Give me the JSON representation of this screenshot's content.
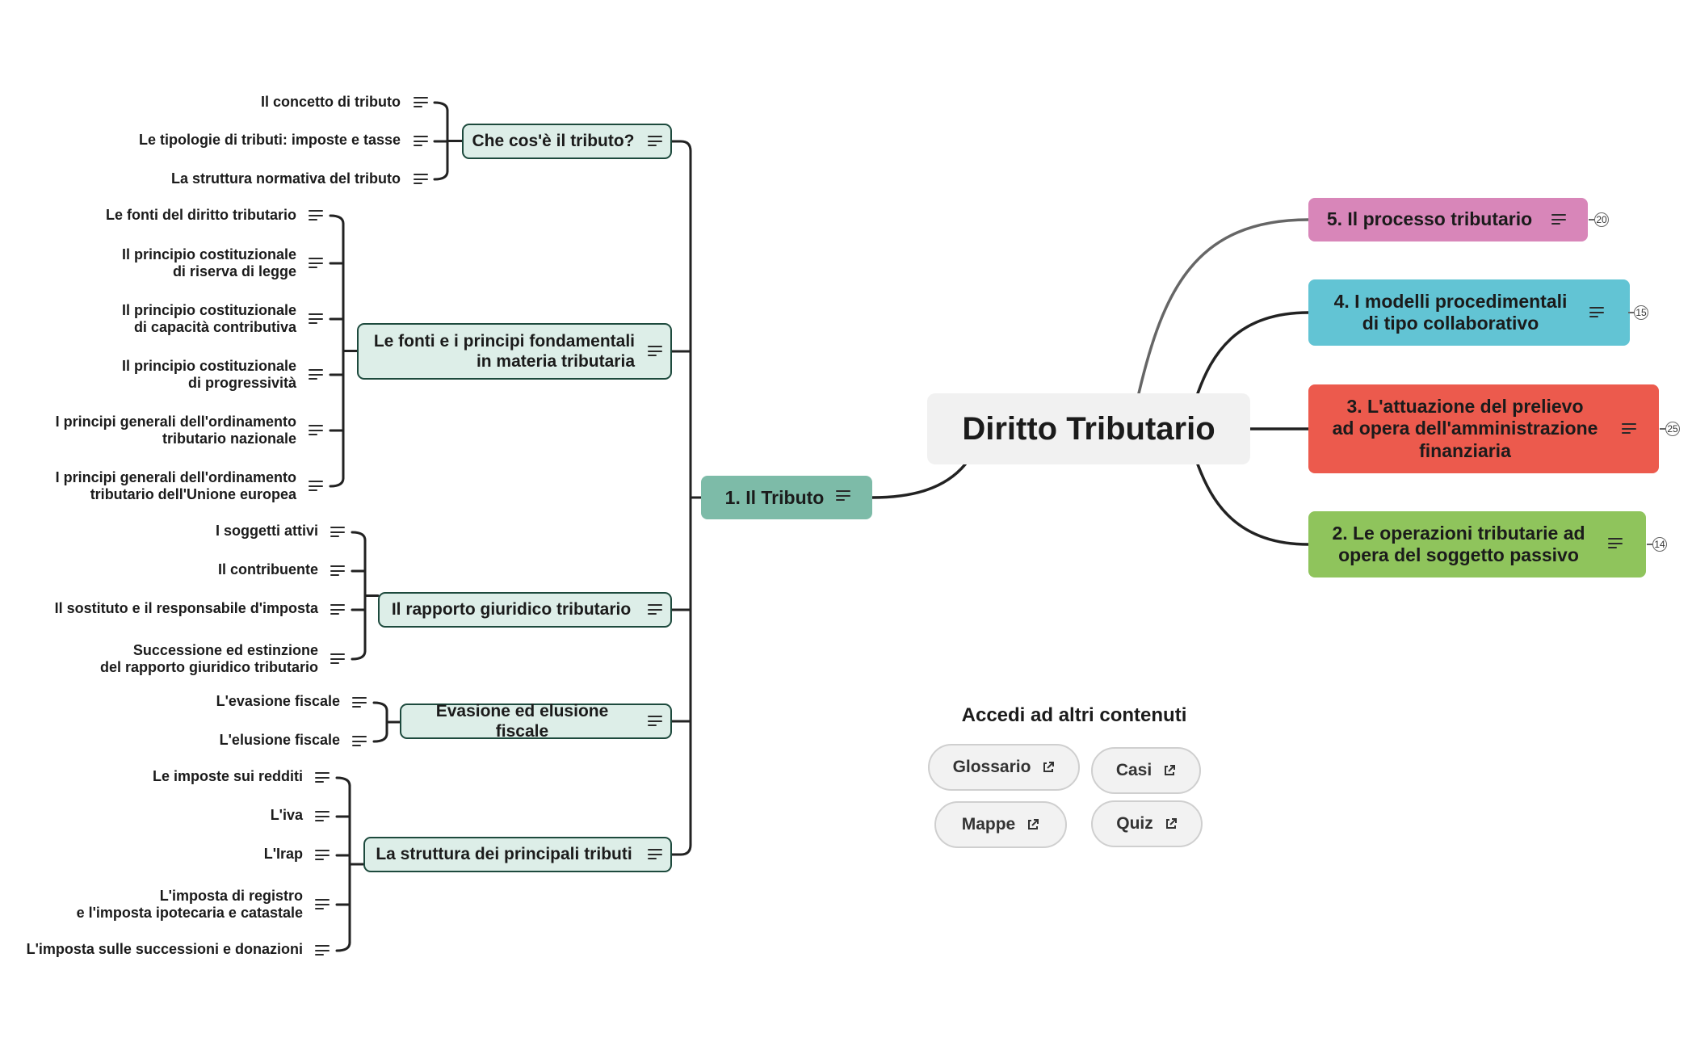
{
  "central": {
    "title": "Diritto Tributario"
  },
  "main_topics": [
    {
      "label": "5. Il processo tributario",
      "count": "20",
      "color": "#d886b9"
    },
    {
      "label": "4. I modelli procedimentali\ndi tipo collaborativo",
      "count": "15",
      "color": "#62c4d4"
    },
    {
      "label": "3. L'attuazione del prelievo\nad opera dell'amministrazione\nfinanziaria",
      "count": "25",
      "color": "#ec5a4d"
    },
    {
      "label": "2. Le operazioni tributarie ad\nopera del soggetto passivo",
      "count": "14",
      "color": "#8fc45c"
    }
  ],
  "tributo": {
    "label": "1. Il Tributo",
    "color": "#7dbba8",
    "subtopics": [
      {
        "label": "Che cos'è il tributo?",
        "leaves": [
          "Il concetto di  tributo",
          "Le tipologie di tributi: imposte e tasse",
          "La struttura normativa del tributo"
        ]
      },
      {
        "label": "Le fonti e i principi fondamentali\nin materia tributaria",
        "leaves": [
          "Le fonti del diritto tributario",
          "Il principio costituzionale\ndi riserva di legge",
          "Il principio costituzionale\ndi capacità contributiva",
          "Il principio costituzionale\ndi progressività",
          "I principi generali dell'ordinamento\ntributario nazionale",
          "I principi generali dell'ordinamento\ntributario dell'Unione europea"
        ]
      },
      {
        "label": "Il rapporto giuridico tributario",
        "leaves": [
          "I soggetti attivi",
          "Il contribuente",
          "Il sostituto e il responsabile d'imposta",
          "Successione ed estinzione\ndel rapporto giuridico tributario"
        ]
      },
      {
        "label": "Evasione ed elusione fiscale",
        "leaves": [
          "L'evasione fiscale",
          "L'elusione fiscale"
        ]
      },
      {
        "label": "La struttura dei principali tributi",
        "leaves": [
          "Le imposte sui redditi",
          "L'iva",
          "L'Irap",
          "L'imposta di registro\ne l'imposta ipotecaria e catastale",
          "L'imposta sulle successioni e donazioni"
        ]
      }
    ]
  },
  "other_content": {
    "title": "Accedi ad altri contenuti",
    "links": [
      "Glossario",
      "Casi",
      "Mappe",
      "Quiz"
    ]
  }
}
